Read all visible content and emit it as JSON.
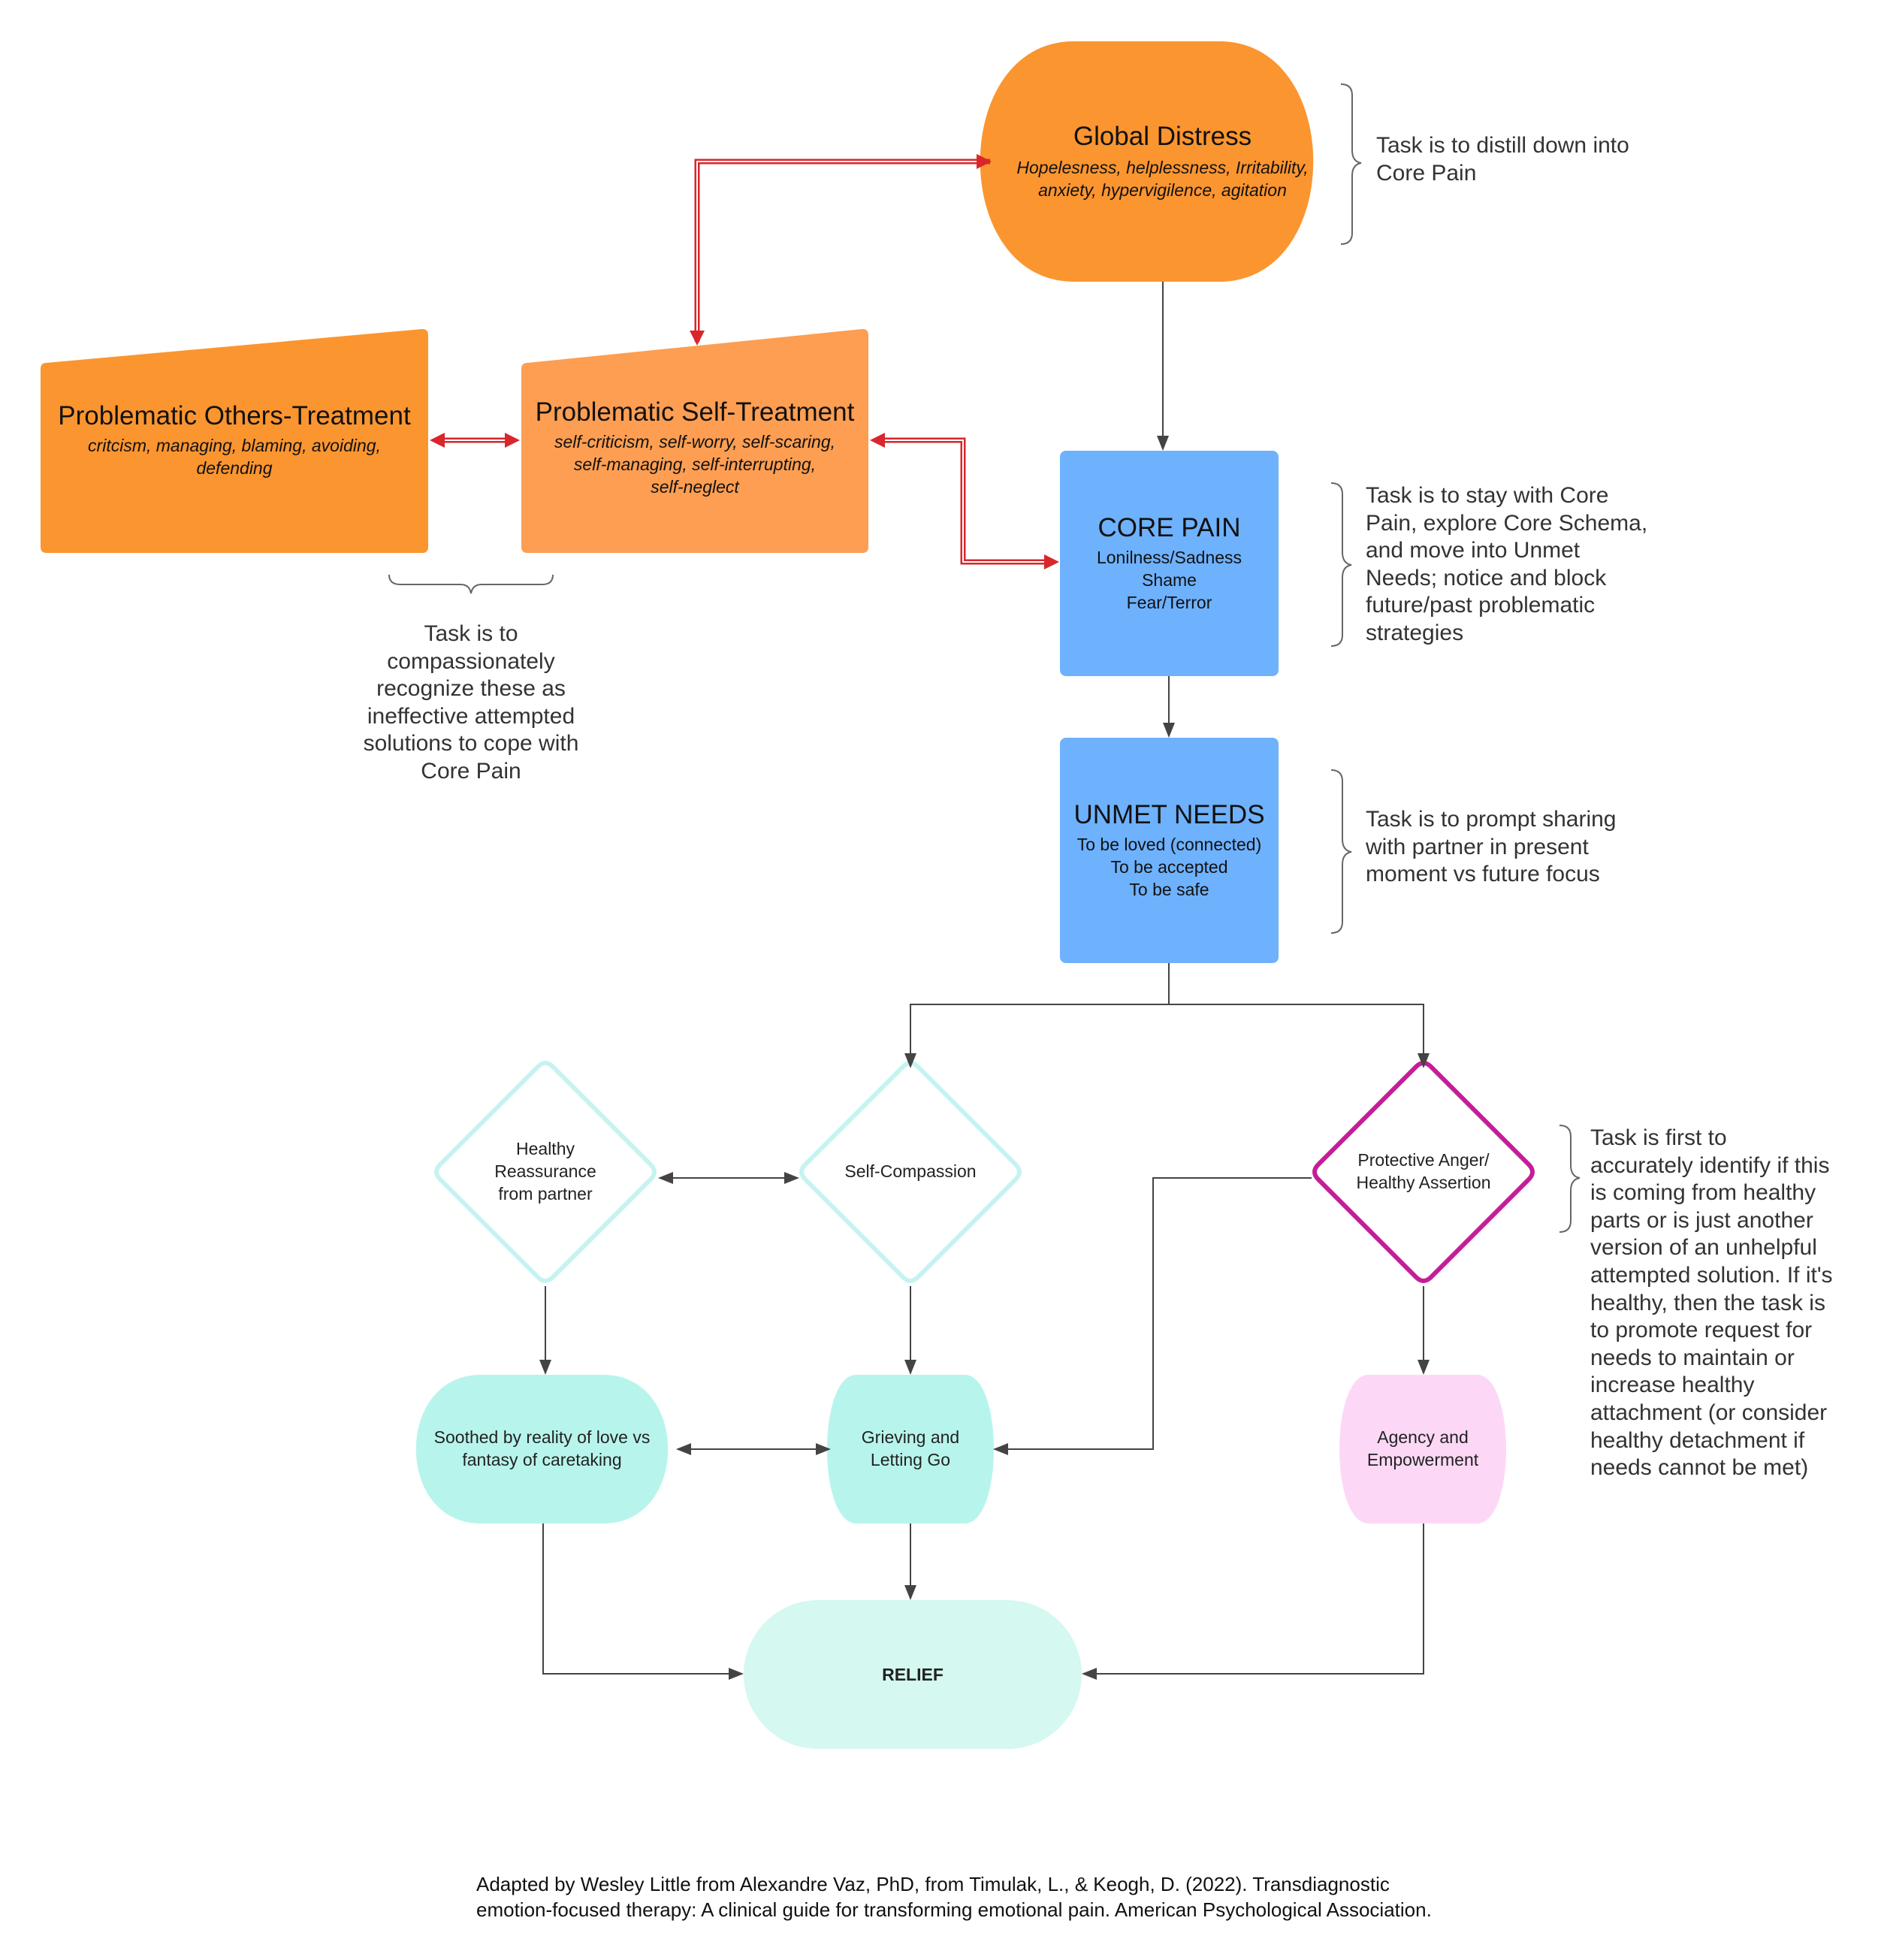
{
  "nodes": {
    "global_distress": {
      "title": "Global Distress",
      "sub1": "Hopelesness, helplessness, Irritability,",
      "sub2": "anxiety, hypervigilence, agitation"
    },
    "others_treatment": {
      "title": "Problematic Others-Treatment",
      "sub1": "critcism, managing, blaming, avoiding,",
      "sub2": "defending"
    },
    "self_treatment": {
      "title": "Problematic Self-Treatment",
      "sub1": "self-criticism, self-worry, self-scaring,",
      "sub2": "self-managing, self-interrupting,",
      "sub3": "self-neglect"
    },
    "core_pain": {
      "title": "CORE PAIN",
      "l1": "Lonilness/Sadness",
      "l2": "Shame",
      "l3": "Fear/Terror"
    },
    "unmet_needs": {
      "title": "UNMET NEEDS",
      "l1": "To be loved (connected)",
      "l2": "To be accepted",
      "l3": "To be safe"
    },
    "healthy_reassurance": {
      "l1": "Healthy",
      "l2": "Reassurance",
      "l3": "from partner"
    },
    "self_compassion": {
      "label": "Self-Compassion"
    },
    "protective_anger": {
      "l1": "Protective Anger/",
      "l2": "Healthy Assertion"
    },
    "soothed": {
      "l1": "Soothed by reality of love vs",
      "l2": "fantasy of caretaking"
    },
    "grieving": {
      "l1": "Grieving and",
      "l2": "Letting Go"
    },
    "agency": {
      "l1": "Agency and",
      "l2": "Empowerment"
    },
    "relief": {
      "label": "RELIEF"
    }
  },
  "notes": {
    "distill": [
      "Task is to distill down into",
      "Core Pain"
    ],
    "stay": [
      "Task is to stay with Core",
      "Pain, explore Core Schema,",
      "and move into Unmet",
      "Needs; notice and block",
      "future/past problematic",
      "strategies"
    ],
    "prompt": [
      "Task is to prompt sharing",
      "with partner in present",
      "moment vs future focus"
    ],
    "recognize": [
      "Task is to",
      "compassionately",
      "recognize these as",
      "ineffective attempted",
      "solutions to cope with",
      "Core Pain"
    ],
    "identify": [
      "Task is first to",
      "accurately identify if this",
      "is coming from healthy",
      "parts or is just another",
      "version of an unhelpful",
      "attempted solution. If it's",
      "healthy, then the task is",
      "to promote request for",
      "needs to maintain or",
      "increase healthy",
      "attachment (or consider",
      "healthy detachment if",
      "needs cannot be met)"
    ]
  },
  "citation": [
    "Adapted by Wesley Little from Alexandre Vaz, PhD, from Timulak, L., & Keogh, D. (2022). Transdiagnostic",
    "emotion-focused therapy: A clinical guide for transforming emotional pain. American Psychological Association."
  ],
  "colors": {
    "orange_dark": "#FB9530",
    "orange_light": "#FD9E52",
    "blue": "#6EB1FC",
    "cyan_stroke": "#C6F3F0",
    "magenta_stroke": "#C41E97",
    "mint": "#B7F5EC",
    "mint_light": "#D5F8F1",
    "pink": "#FDD8F6",
    "red_arrow": "#D9262C",
    "gray_line": "#444444"
  }
}
